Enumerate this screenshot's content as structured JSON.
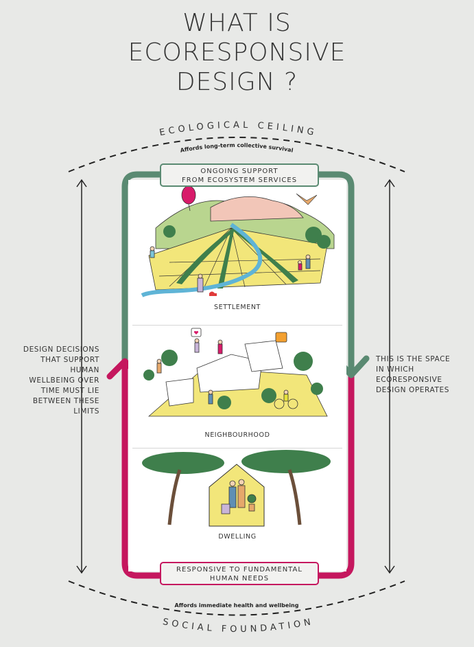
{
  "title": {
    "line1": "WHAT IS",
    "line2": "ECORESPONSIVE",
    "line3": "DESIGN ?"
  },
  "ceiling": {
    "heading": "ECOLOGICAL CEILING",
    "sub": "Affords long-term collective survival"
  },
  "foundation": {
    "heading": "SOCIAL FOUNDATION",
    "sub": "Affords immediate health and wellbeing"
  },
  "top_box": {
    "line1": "ONGOING SUPPORT",
    "line2": "FROM ECOSYSTEM SERVICES"
  },
  "bottom_box": {
    "line1": "RESPONSIVE TO FUNDAMENTAL",
    "line2": "HUMAN NEEDS"
  },
  "left_note": "DESIGN DECISIONS THAT SUPPORT HUMAN WELLBEING OVER TIME MUST LIE BETWEEN THESE LIMITS",
  "right_note": "THIS IS THE SPACE IN WHICH ECORESPONSIVE DESIGN OPERATES",
  "sections": {
    "settlement": "SETTLEMENT",
    "neighbourhood": "NEIGHBOURHOOD",
    "dwelling": "DWELLING"
  },
  "colors": {
    "green": "#5a8a72",
    "magenta": "#c5175e",
    "background": "#e8e9e7",
    "field_yellow": "#f2e67a",
    "river_blue": "#5fb4d6",
    "tree_green": "#3f7f4c"
  }
}
